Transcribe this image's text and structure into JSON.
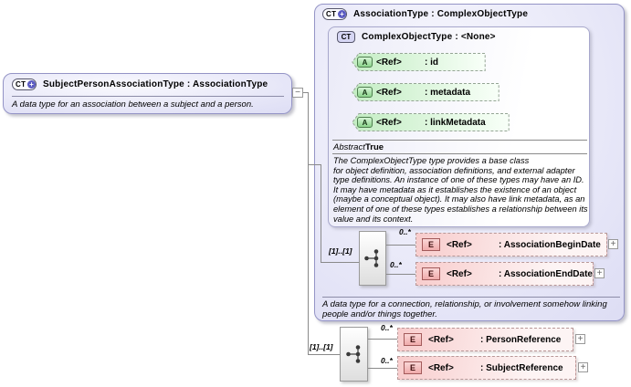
{
  "icons": {
    "complex_type": "CT",
    "plus_badge": "+",
    "attribute": "A",
    "element": "E",
    "collapse": "−",
    "expand": "+"
  },
  "subject_box": {
    "title": "SubjectPersonAssociationType : AssociationType",
    "description": "A data type for an association between a subject and a person."
  },
  "association_box": {
    "title": "AssociationType : ComplexObjectType",
    "description": "A data type for a connection, relationship, or involvement somehow linking\npeople and/or things together.",
    "complex_object_box": {
      "title": "ComplexObjectType : <None>",
      "attributes": [
        {
          "ref": "<Ref>",
          "name": ": id"
        },
        {
          "ref": "<Ref>",
          "name": ": metadata"
        },
        {
          "ref": "<Ref>",
          "name": ": linkMetadata"
        }
      ],
      "abstract_label": "Abstract",
      "abstract_value": "True",
      "documentation": "The ComplexObjectType type provides a base class\nfor object definition, association definitions, and external adapter\ntype definitions. An instance of one of these types may have an ID.\nIt may have metadata as it establishes the existence of an object\n(maybe a conceptual object). It may also have link metadata, as an\nelement of one of these types establishes a relationship between its\nvalue and its context."
    },
    "inner_sequence": {
      "cardinality": "[1]..[1]",
      "elements": [
        {
          "occurs": "0..*",
          "ref": "<Ref>",
          "name": ": AssociationBeginDate"
        },
        {
          "occurs": "0..*",
          "ref": "<Ref>",
          "name": ": AssociationEndDate"
        }
      ]
    }
  },
  "outer_sequence": {
    "cardinality": "[1]..[1]",
    "elements": [
      {
        "occurs": "0..*",
        "ref": "<Ref>",
        "name": ": PersonReference"
      },
      {
        "occurs": "0..*",
        "ref": "<Ref>",
        "name": ": SubjectReference"
      }
    ]
  }
}
